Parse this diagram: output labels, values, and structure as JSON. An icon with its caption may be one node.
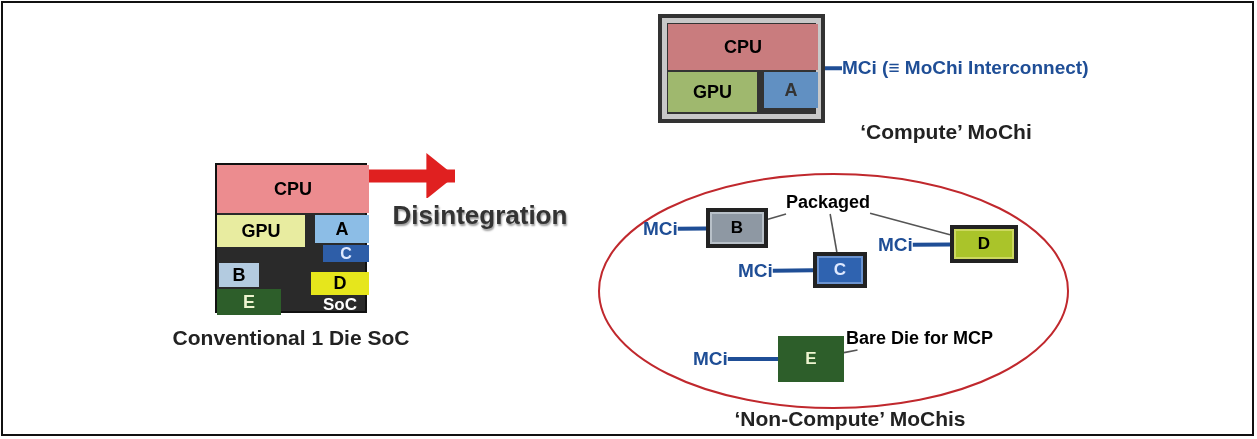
{
  "diagram": {
    "nodes": [
      {
        "text": [
          "SoC"
        ],
        "beside": [
          "Conventional 1 Die SoC"
        ]
      },
      {
        "text": [
          "CPU"
        ],
        "in": 0
      },
      {
        "text": [
          "GPU"
        ],
        "in": 0
      },
      {
        "text": [
          "A"
        ],
        "in": 0
      },
      {
        "text": [
          "C"
        ],
        "in": 0
      },
      {
        "text": [
          "B"
        ],
        "in": 0
      },
      {
        "text": [
          "D"
        ],
        "in": 0
      },
      {
        "text": [
          "E"
        ],
        "in": 0
      },
      {
        "text": [],
        "shape": "box",
        "beside": [
          "‘Compute’ MoChi"
        ]
      },
      {
        "text": [
          "CPU"
        ],
        "in": 8
      },
      {
        "text": [
          "GPU"
        ],
        "in": 8
      },
      {
        "text": [
          "A"
        ],
        "in": 8
      },
      {
        "text": [
          "MCi (≡ MoChi Interconnect)"
        ]
      },
      {
        "text": [],
        "shape": "ellipse",
        "beside": [
          "‘Non-Compute’ MoChis"
        ]
      },
      {
        "text": [
          "Packaged"
        ],
        "in": 13
      },
      {
        "text": [
          "MCi"
        ],
        "in": 13
      },
      {
        "text": [
          "B"
        ],
        "in": 13
      },
      {
        "text": [
          "MCi"
        ],
        "in": 13
      },
      {
        "text": [
          "D"
        ],
        "in": 13
      },
      {
        "text": [
          "MCi"
        ],
        "in": 13
      },
      {
        "text": [
          "C"
        ],
        "in": 13
      },
      {
        "text": [
          "Bare Die for MCP"
        ],
        "in": 13
      },
      {
        "text": [
          "MCi"
        ],
        "in": 13
      },
      {
        "text": [
          "E"
        ],
        "in": 13
      }
    ],
    "edges": [
      {
        "from": 0,
        "to": null,
        "arrow": "to",
        "label": "Disintegration",
        "style": "thick",
        "color": "#e02020"
      },
      {
        "from": 8,
        "to": 12,
        "arrow": "none"
      },
      {
        "from": 15,
        "to": 16,
        "arrow": "none"
      },
      {
        "from": 17,
        "to": 18,
        "arrow": "none"
      },
      {
        "from": 19,
        "to": 20,
        "arrow": "none"
      },
      {
        "from": 22,
        "to": 23,
        "arrow": "none"
      },
      {
        "from": 14,
        "to": 16,
        "arrow": "none",
        "color": "#555555"
      },
      {
        "from": 14,
        "to": 20,
        "arrow": "none",
        "color": "#555555"
      },
      {
        "from": 14,
        "to": 18,
        "arrow": "none",
        "color": "#555555"
      },
      {
        "from": 21,
        "to": 23,
        "arrow": "none",
        "color": "#555555"
      }
    ]
  }
}
